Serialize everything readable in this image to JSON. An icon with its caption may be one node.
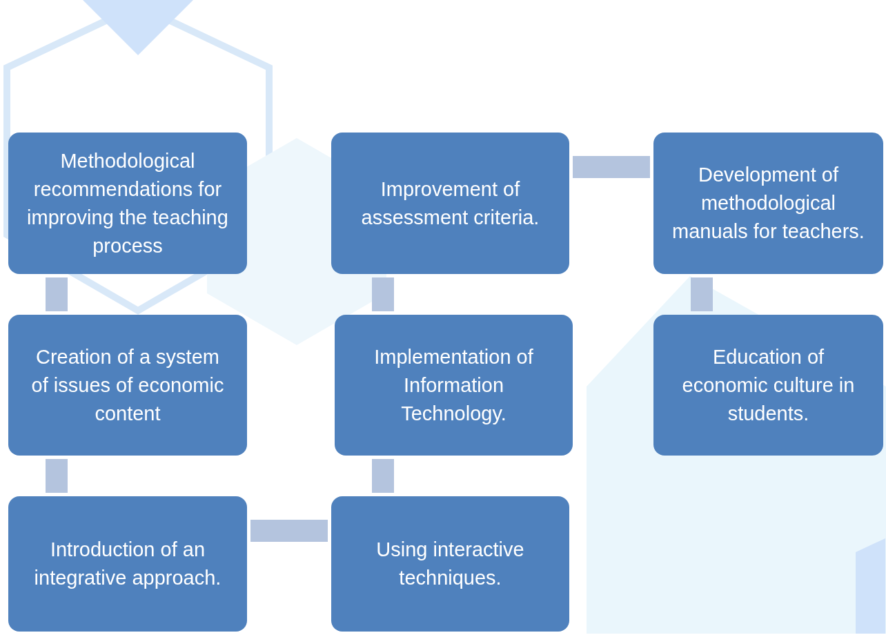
{
  "diagram": {
    "nodes": [
      {
        "text": [
          "Methodological recommendations for improving the teaching process"
        ]
      },
      {
        "text": [
          "Improvement of assessment criteria."
        ]
      },
      {
        "text": [
          "Development of methodological manuals for teachers."
        ]
      },
      {
        "text": [
          "Creation of a system of issues of economic content"
        ]
      },
      {
        "text": [
          "Implementation of Information Technology."
        ]
      },
      {
        "text": [
          "Education of economic culture in students."
        ]
      },
      {
        "text": [
          "Introduction of an integrative approach."
        ]
      },
      {
        "text": [
          "Using interactive techniques."
        ]
      }
    ],
    "edges": [
      {
        "from": 0,
        "to": 3,
        "arrow": "none"
      },
      {
        "from": 3,
        "to": 6,
        "arrow": "none"
      },
      {
        "from": 6,
        "to": 7,
        "arrow": "none"
      },
      {
        "from": 7,
        "to": 4,
        "arrow": "none"
      },
      {
        "from": 4,
        "to": 1,
        "arrow": "none"
      },
      {
        "from": 1,
        "to": 2,
        "arrow": "none"
      },
      {
        "from": 2,
        "to": 5,
        "arrow": "none"
      }
    ]
  }
}
